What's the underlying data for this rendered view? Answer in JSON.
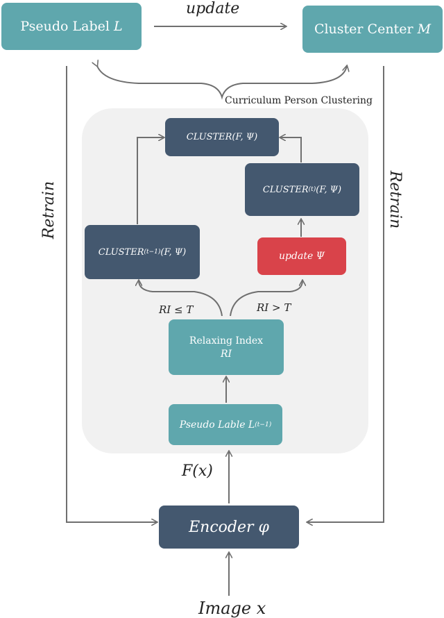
{
  "nodes": {
    "pseudo_label": "Pseudo Label",
    "pseudo_label_var": "L",
    "cluster_center": "Cluster Center",
    "cluster_center_var": "M",
    "cluster": "CLUSTER(F, Ψ)",
    "cluster_t_name": "CLUSTER",
    "cluster_t_sup": "(t)",
    "cluster_t_args": " (F, Ψ)",
    "cluster_t1_name": "CLUSTER",
    "cluster_t1_sup": "(t−1)",
    "cluster_t1_args": " (F, Ψ)",
    "update_psi": "update Ψ",
    "relaxing_index": "Relaxing Index",
    "relaxing_index_var": "RI",
    "pseudo_lable_prev": "Pseudo Lable L",
    "pseudo_lable_prev_sup": "(t−1)",
    "encoder": "Encoder φ"
  },
  "labels": {
    "update": "update",
    "curriculum": "Curriculum Person Clustering",
    "retrain_left": "Retrain",
    "retrain_right": "Retrain",
    "ri_le_t": "RI ≤ T",
    "ri_gt_t": "RI > T",
    "fx": "F(x)",
    "image": "Image x"
  },
  "colors": {
    "teal": "#5fa7ad",
    "navy": "#44586f",
    "red": "#d9434a",
    "panel": "#f1f1f1",
    "arrow": "#6f6f6f"
  }
}
